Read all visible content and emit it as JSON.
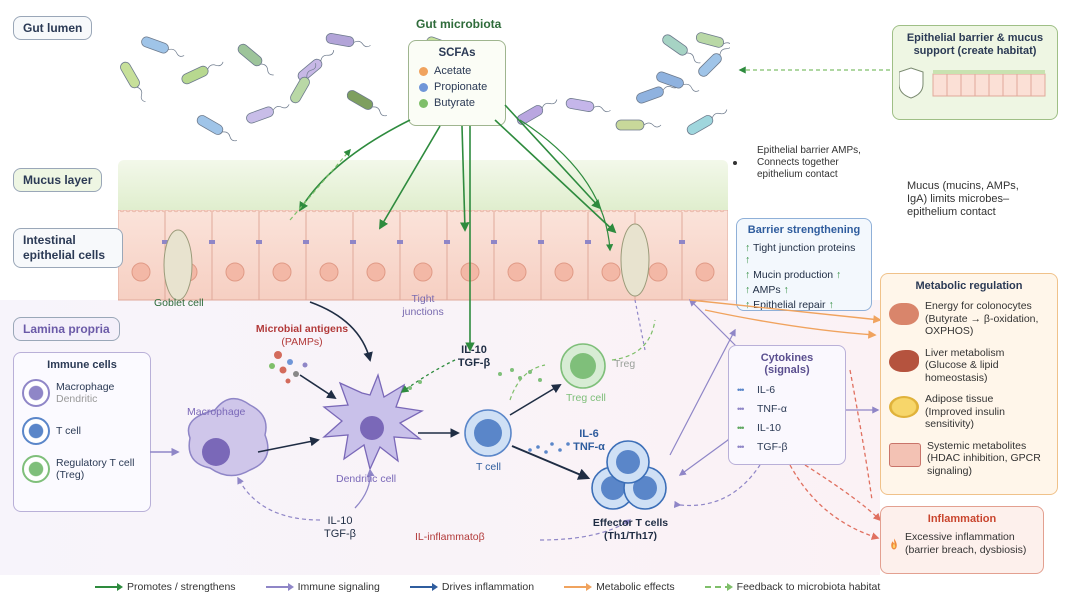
{
  "zones": {
    "gut_lumen": "Gut lumen",
    "mucus_layer": "Mucus layer",
    "epithelial_cells": "Intestinal epithelial cells",
    "lamina_propria": "Lamina propria"
  },
  "microbiota": {
    "title": "Gut microbiota",
    "scfa_title": "SCFAs",
    "scfas": [
      {
        "label": "Acetate",
        "color": "#f0a35e"
      },
      {
        "label": "Propionate",
        "color": "#6f96d8"
      },
      {
        "label": "Butyrate",
        "color": "#7fbf6a"
      }
    ]
  },
  "habitat_box": {
    "text": "Epithelial barrier & mucus support (create habitat)"
  },
  "barrier_note_garbled": "Epithelial barrier AMPs, Connects together epithelium contact",
  "mucus_note": "Mucus (mucins, AMPs, IgA) limits microbes–epithelium contact",
  "barrier": {
    "title": "Barrier strengthening",
    "items": [
      "Tight junction proteins",
      "Mucin production",
      "AMPs",
      "Epithelial repair"
    ]
  },
  "labels": {
    "goblet_cell": "Goblet cell",
    "tight_junctions": "Tight junctions",
    "microbial_antigens": "Microbial antigens",
    "pamps": "(PAMPs)",
    "il10_tgfb_top_a": "IL-10",
    "il10_tgfb_top_b": "TGF-β",
    "treg_small": "Treg",
    "treg_cell": "Treg cell",
    "macrophage": "Macrophage",
    "dendritic_cell": "Dendritic cell",
    "t_cell": "T cell",
    "il6": "IL-6",
    "tnfa": "TNF-α",
    "effector_a": "Effector T cells",
    "effector_b": "(Th1/Th17)",
    "il10_bottom": "IL-10",
    "tgfb_bottom": "TGF-β",
    "garbled_bottom": "IL-inflammatoβ"
  },
  "immune_cells": {
    "title": "Immune cells",
    "items": [
      {
        "label": "Macrophage",
        "sub": "Dendritic",
        "color": "#8f86c7"
      },
      {
        "label": "T cell",
        "sub": "",
        "color": "#5a86c9"
      },
      {
        "label": "Regulatory T cell",
        "sub": "(Treg)",
        "color": "#7fbf7a"
      }
    ]
  },
  "cytokines": {
    "title": "Cytokines (signals)",
    "items": [
      {
        "label": "IL-6",
        "color": "#5a86c9"
      },
      {
        "label": "TNF-α",
        "color": "#8f86c7"
      },
      {
        "label": "IL-10",
        "color": "#5fa860"
      },
      {
        "label": "TGF-β",
        "color": "#8f86c7"
      }
    ]
  },
  "metabolic": {
    "title": "Metabolic regulation",
    "items": [
      {
        "title": "Energy for colonocytes",
        "text": "(Butyrate → β-oxidation, OXPHOS)",
        "icon": "mitochondria-icon"
      },
      {
        "title": "Liver metabolism",
        "text": "(Glucose & lipid homeostasis)",
        "icon": "liver-icon"
      },
      {
        "title": "Adipose tissue",
        "text": "(Improved insulin sensitivity)",
        "icon": "adipose-icon"
      },
      {
        "title": "Systemic metabolites",
        "text": "(HDAC inhibition, GPCR signaling)",
        "icon": "metabolites-icon"
      }
    ]
  },
  "inflammation": {
    "title": "Inflammation",
    "text": "Excessive inflammation (barrier breach, dysbiosis)"
  },
  "legend": [
    {
      "label": "Promotes / strengthens",
      "color": "#2e8b3e",
      "style": "solid"
    },
    {
      "label": "Immune signaling",
      "color": "#8f86c7",
      "style": "solid"
    },
    {
      "label": "Drives inflammation",
      "color": "#2f5d9e",
      "style": "solid"
    },
    {
      "label": "Metabolic effects",
      "color": "#f0a35e",
      "style": "solid"
    },
    {
      "label": "Feedback to microbiota habitat",
      "color": "#7fbf6a",
      "style": "dashed"
    }
  ]
}
